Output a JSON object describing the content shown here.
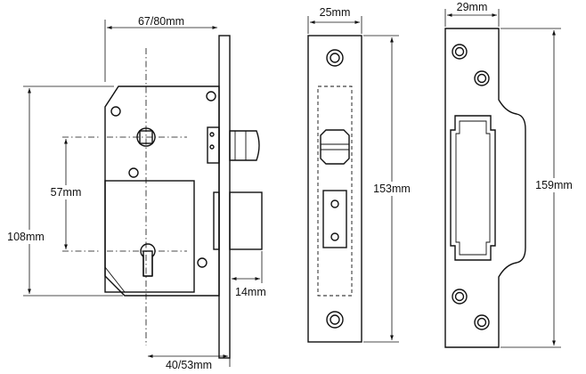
{
  "labels": {
    "lock_width": "67/80mm",
    "lock_height": "108mm",
    "centres": "57mm",
    "bolt_throw": "14mm",
    "backset": "40/53mm",
    "faceplate_width": "25mm",
    "faceplate_height": "153mm",
    "strike_width": "29mm",
    "strike_height": "159mm"
  }
}
